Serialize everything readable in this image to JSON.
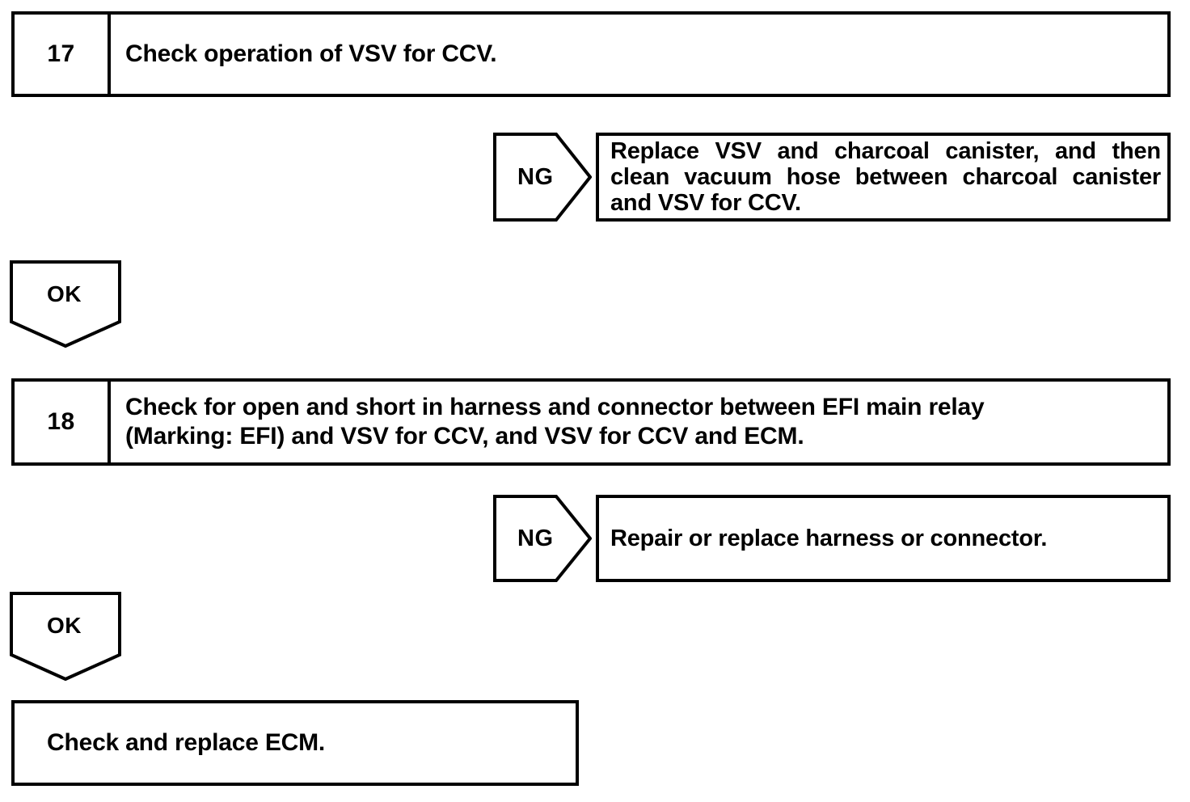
{
  "document": {
    "type": "diagnostic-flowchart",
    "ink_color": "#000000",
    "background_color": "#ffffff"
  },
  "steps": [
    {
      "number": "17",
      "lines": [
        "Check operation of VSV for CCV."
      ]
    },
    {
      "number": "18",
      "lines": [
        "Check for open and short in harness and connector between EFI main relay",
        "(Marking: EFI) and VSV for CCV, and VSV for CCV and ECM."
      ]
    }
  ],
  "branches": [
    {
      "label": "NG",
      "lines": [
        [
          "Replace",
          "VSV",
          "and",
          "charcoal",
          "canister,",
          "and",
          "then"
        ],
        [
          "clean",
          "vacuum",
          "hose",
          "between",
          "charcoal",
          "canister"
        ],
        [
          "and VSV for CCV."
        ]
      ]
    },
    {
      "label": "NG",
      "lines": [
        [
          "Repair or replace harness or connector."
        ]
      ]
    }
  ],
  "connectors": [
    {
      "label": "OK"
    },
    {
      "label": "OK"
    }
  ],
  "terminal": {
    "line": "Check and replace ECM."
  }
}
